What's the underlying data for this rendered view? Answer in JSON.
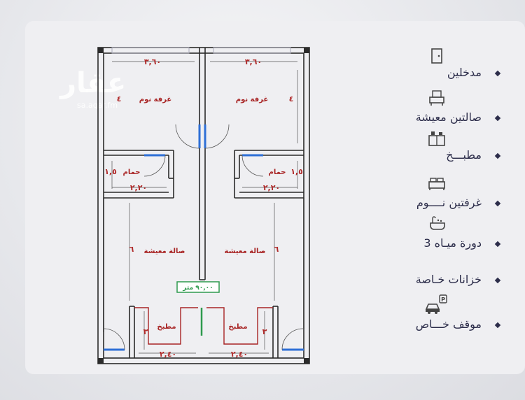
{
  "watermark": {
    "brand": "عقار",
    "site": "sa.aqar.fm"
  },
  "plan": {
    "top_width_left": "٣,٦٠",
    "top_width_right": "٣,٦٠",
    "bedroom_left": "غرفة نوم",
    "bedroom_right": "غرفة نوم",
    "bedroom_left_depth": "٤",
    "bedroom_right_depth": "٤",
    "bath_left": "حمام",
    "bath_right": "حمام",
    "bath_left_width": "٢,٢٠",
    "bath_right_width": "٢,٢٠",
    "bath_left_depth": "١,٥",
    "bath_right_depth": "١,٥",
    "living_left": "صالة معيشة",
    "living_right": "صالة معيشة",
    "living_left_depth": "٦",
    "living_right_depth": "٦",
    "area": "٩٠,٠٠ متر",
    "kitchen_left": "مطبخ",
    "kitchen_right": "مطبخ",
    "kitchen_left_width": "٢,٤٠",
    "kitchen_right_width": "٢,٤٠",
    "kitchen_left_depth": "٣",
    "kitchen_right_depth": "٣"
  },
  "features": [
    {
      "label": "مدخلين",
      "icon": "door-icon"
    },
    {
      "label": "صالتين معيشة",
      "icon": "living-room-icon"
    },
    {
      "label": "مطبـــخ",
      "icon": "kitchen-icon"
    },
    {
      "label": "غرفتين نــــوم",
      "icon": "bed-icon"
    },
    {
      "label": "3 دورة ميـاه",
      "icon": "bathtub-icon"
    },
    {
      "label": "خزانات خـاصة",
      "icon": ""
    },
    {
      "label": "موقف خـــاص",
      "icon": "parking-icon"
    }
  ],
  "colors": {
    "wall": "#2b2b2b",
    "dimension_text": "#b02a2a",
    "feature_text": "#2c2d4a",
    "area_box": "#2f9a4e",
    "door_blue": "#2e6fd6"
  }
}
